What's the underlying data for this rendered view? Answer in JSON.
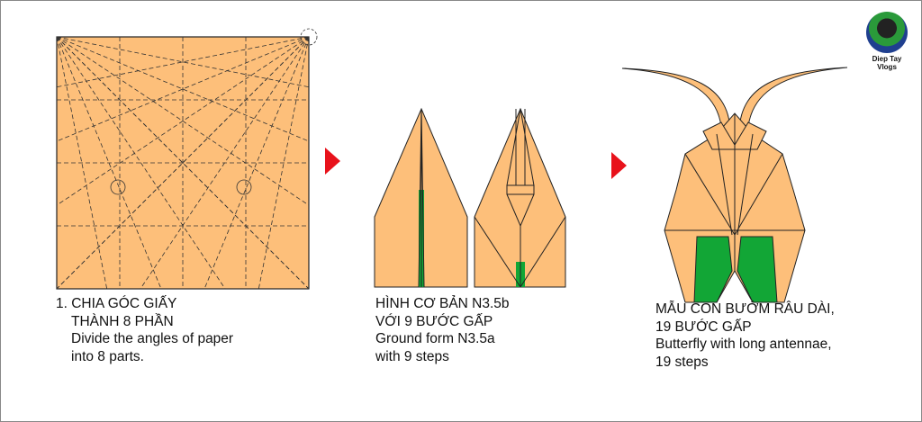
{
  "colors": {
    "paper": "#FDBF7A",
    "green": "#12A636",
    "arrow": "#E8121B",
    "line": "#222222"
  },
  "logo": {
    "text": "Diep Tay Vlogs"
  },
  "steps": [
    {
      "lines": [
        "1. CHIA GÓC GIẤY",
        "THÀNH 8 PHẦN",
        "Divide the angles of paper",
        "into 8 parts."
      ]
    },
    {
      "lines": [
        "HÌNH CƠ BẢN N3.5b",
        "VỚI 9 BƯỚC GẤP",
        "Ground form N3.5a",
        "with 9 steps"
      ]
    },
    {
      "lines": [
        "MẪU CON BƯỚM RÂU DÀI,",
        "19 BƯỚC GẤP",
        "Butterfly with long antennae,",
        "19 steps"
      ]
    }
  ]
}
